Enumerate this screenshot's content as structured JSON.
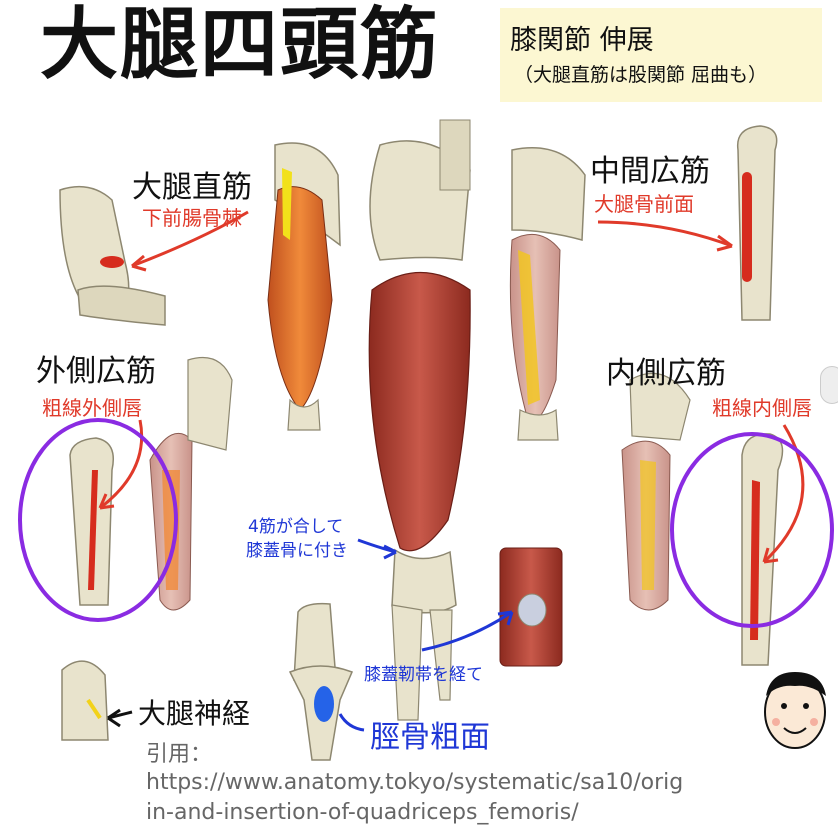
{
  "title": "大腿四頭筋",
  "action": {
    "main": "膝関節 伸展",
    "sub": "（大腿直筋は股関節 屈曲も）"
  },
  "muscles": {
    "rectus_femoris": {
      "name": "大腿直筋",
      "origin": "下前腸骨棘"
    },
    "vastus_intermedius": {
      "name": "中間広筋",
      "origin": "大腿骨前面"
    },
    "vastus_lateralis": {
      "name": "外側広筋",
      "origin": "粗線外側唇"
    },
    "vastus_medialis": {
      "name": "内側広筋",
      "origin": "粗線内側唇"
    }
  },
  "notes": {
    "join_line1": "4筋が合して",
    "join_line2": "膝蓋骨に付き",
    "ligament": "膝蓋靭帯を経て",
    "insertion": "脛骨粗面",
    "nerve": "大腿神経"
  },
  "citation": {
    "label": "引用：",
    "url_line1": "https://www.anatomy.tokyo/systematic/sa10/orig",
    "url_line2": "in-and-insertion-of-quadriceps_femoris/"
  },
  "colors": {
    "origin_red": "#e03a2a",
    "note_blue": "#1f37d6",
    "highlight_purple": "#8a2be2",
    "action_bg": "#fcf7d2"
  }
}
